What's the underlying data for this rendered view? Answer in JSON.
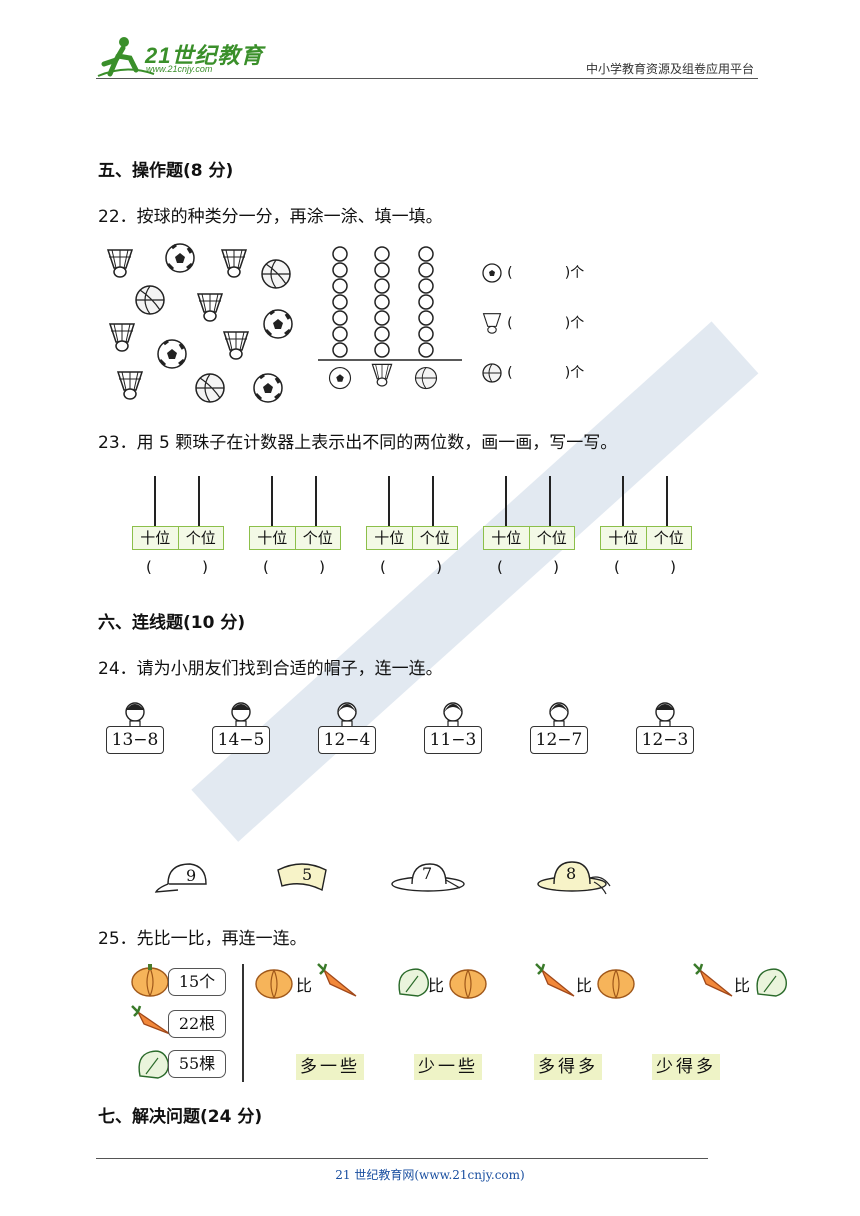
{
  "header": {
    "logo_text": "21世纪教育",
    "logo_sub": "www.21cnjy.com",
    "platform": "中小学教育资源及组卷应用平台"
  },
  "section5": {
    "title": "五、操作题(8 分)"
  },
  "q22": {
    "text": "22．按球的种类分一分，再涂一涂、填一填。",
    "answers": [
      {
        "icon": "soccer-ball-icon",
        "prefix": "(",
        "suffix": ")个"
      },
      {
        "icon": "shuttlecock-icon",
        "prefix": "(",
        "suffix": ")个"
      },
      {
        "icon": "basketball-icon",
        "prefix": "(",
        "suffix": ")个"
      }
    ]
  },
  "q23": {
    "text": "23．用 5 颗珠子在计数器上表示出不同的两位数，画一画，写一写。",
    "tens_label": "十位",
    "ones_label": "个位",
    "paren_open": "(",
    "paren_close": ")"
  },
  "section6": {
    "title": "六、连线题(10 分)"
  },
  "q24": {
    "text": "24．请为小朋友们找到合适的帽子，连一连。",
    "expressions": [
      "13−8",
      "14−5",
      "12−4",
      "11−3",
      "12−7",
      "12−3"
    ],
    "hats": [
      "9",
      "5",
      "7",
      "8"
    ]
  },
  "q25": {
    "text": "25．先比一比，再连一连。",
    "amounts": [
      "15个",
      "22根",
      "55棵"
    ],
    "compare_word": "比",
    "options": [
      "多一些",
      "少一些",
      "多得多",
      "少得多"
    ]
  },
  "section7": {
    "title": "七、解决问题(24 分)"
  },
  "footer": {
    "text": "21 世纪教育网(www.21cnjy.com)"
  }
}
